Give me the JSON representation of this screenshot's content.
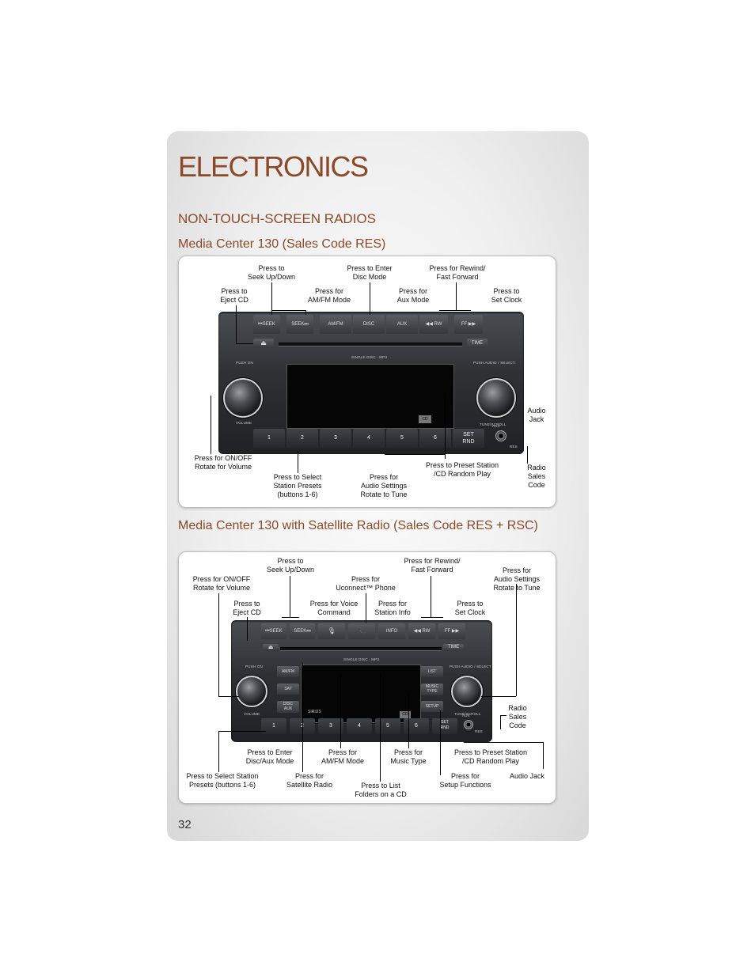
{
  "header": {
    "title": "ELECTRONICS",
    "section": "NON-TOUCH-SCREEN RADIOS"
  },
  "figure1": {
    "heading": "Media Center 130 (Sales Code RES)",
    "callouts": {
      "seek": "Press to\nSeek Up/Down",
      "disc": "Press to Enter\nDisc Mode",
      "rewind": "Press for Rewind/\nFast Forward",
      "eject": "Press to\nEject CD",
      "amfm": "Press for\nAM/FM Mode",
      "aux": "Press for\nAux Mode",
      "clock": "Press to\nSet Clock",
      "audio_jack": "Audio\nJack",
      "onoff": "Press for ON/OFF\nRotate for Volume",
      "presets": "Press to Select\nStation Presets\n(buttons 1-6)",
      "audio_settings": "Press for\nAudio Settings\nRotate to Tune",
      "preset_station": "Press to Preset Station\n/CD Random Play",
      "sales_code": "Radio\nSales\nCode"
    },
    "radio": {
      "top_buttons": [
        "⏮SEEK",
        "SEEK⏭",
        "AM/FM",
        "DISC",
        "AUX",
        "◀◀ RW",
        "FF ▶▶"
      ],
      "number_buttons": [
        "1",
        "2",
        "3",
        "4",
        "5",
        "6"
      ],
      "set_rnd": "SET\nRND",
      "time": "TIME",
      "eject_glyph": "⏏",
      "single_disc": "SINGLE DISC · MP3",
      "push_on": "PUSH ON",
      "volume": "VOLUME",
      "push_audio": "PUSH AUDIO / SELECT",
      "tune_scroll": "TUNE/SCROLL",
      "aux_label": "AUX",
      "res_label": "RES"
    }
  },
  "figure2": {
    "heading": "Media Center 130 with Satellite Radio (Sales Code RES + RSC)",
    "callouts": {
      "seek": "Press to\nSeek Up/Down",
      "rewind": "Press for Rewind/\nFast Forward",
      "onoff": "Press for ON/OFF\nRotate for Volume",
      "uconnect": "Press for\nUconnect™ Phone",
      "audio_settings": "Press for\nAudio Settings\nRotate to Tune",
      "eject": "Press to\nEject CD",
      "voice": "Press for Voice\nCommand",
      "info": "Press for\nStation Info",
      "clock": "Press to\nSet Clock",
      "sales_code": "Radio\nSales\nCode",
      "disc_aux": "Press to Enter\nDisc/Aux Mode",
      "amfm": "Press for\nAM/FM Mode",
      "music_type": "Press for\nMusic Type",
      "preset_station": "Press to Preset Station\n/CD Random Play",
      "select_presets": "Press to Select Station\nPresets (buttons 1-6)",
      "satellite": "Press for\nSatellite Radio",
      "list": "Press to List\nFolders on a CD",
      "setup": "Press for\nSetup Functions",
      "audio_jack": "Audio Jack"
    },
    "radio": {
      "top_buttons": [
        "⏮SEEK",
        "SEEK⏭",
        "🎙",
        "📞",
        "INFO",
        "◀◀ RW",
        "FF ▶▶"
      ],
      "number_buttons": [
        "1",
        "2",
        "3",
        "4",
        "5",
        "6"
      ],
      "set_rnd": "SET\nRND",
      "left_buttons": [
        "AM/FM",
        "SAT",
        "DISC\nAUX"
      ],
      "right_buttons": [
        "LIST",
        "MUSIC\nTYPE",
        "SETUP"
      ],
      "time": "TIME",
      "eject_glyph": "⏏",
      "single_disc": "SINGLE DISC · MP3",
      "push_on": "PUSH ON",
      "volume": "VOLUME",
      "push_audio": "PUSH AUDIO / SELECT",
      "tune_scroll": "TUNE/SCROLL",
      "aux_label": "AUX",
      "res_label": "RES",
      "sirius": "SIRIUS"
    }
  },
  "footer": {
    "page_number": "32"
  },
  "colors": {
    "accent": "#8a4a2a",
    "panel": "#2e3034"
  }
}
